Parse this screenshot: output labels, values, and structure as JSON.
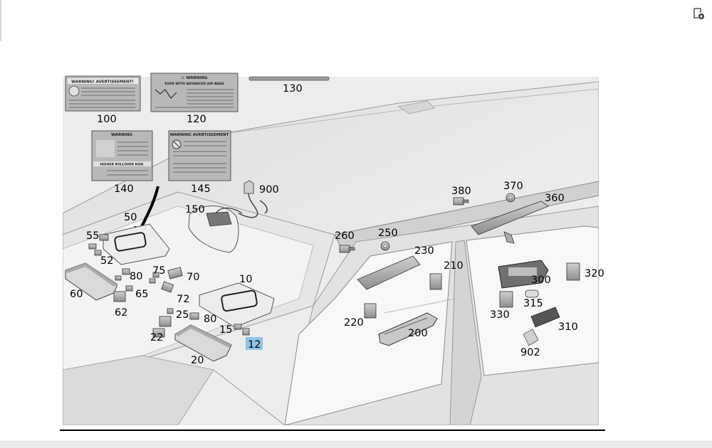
{
  "toolbar": {
    "corner_icon": "add-to-list-icon"
  },
  "warning_labels": {
    "label_100": {
      "title": "WARNING! AVERTISSEMENT!"
    },
    "label_120": {
      "title": "⚠ WARNING",
      "line": "EVEN WITH ADVANCED AIR BAGS"
    },
    "label_140": {
      "title": "WARNING",
      "footer": "HIGHER ROLLOVER RISK"
    },
    "label_145": {
      "title": "WARNING AVERTISSEMENT"
    }
  },
  "callouts": {
    "c100": "100",
    "c120": "120",
    "c130": "130",
    "c140": "140",
    "c145": "145",
    "c900": "900",
    "c150": "150",
    "c50": "50",
    "c55": "55",
    "c52": "52",
    "c80a": "80",
    "c75": "75",
    "c70": "70",
    "c60": "60",
    "c65": "65",
    "c62": "62",
    "c72": "72",
    "c10": "10",
    "c25": "25",
    "c80b": "80",
    "c22": "22",
    "c15": "15",
    "c12": "12",
    "c20": "20",
    "c260": "260",
    "c250": "250",
    "c380": "380",
    "c370": "370",
    "c360": "360",
    "c230": "230",
    "c210": "210",
    "c220": "220",
    "c200": "200",
    "c300": "300",
    "c320": "320",
    "c315": "315",
    "c330": "330",
    "c310": "310",
    "c902": "902"
  },
  "highlight": {
    "selected_part": "12",
    "color": "#8fc3e6"
  }
}
